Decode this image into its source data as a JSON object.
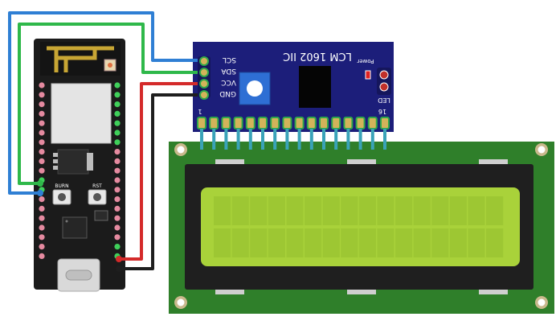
{
  "i2c_module": {
    "title": "LCM 1602 IIC",
    "pins": [
      "SCL",
      "SDA",
      "VCC",
      "GND"
    ],
    "power_label": "Power",
    "led_label": "LED",
    "pin_first": "1",
    "pin_last": "16"
  },
  "mcu_board": {
    "burn_label": "BURN",
    "rst_label": "RST"
  },
  "lcd": {
    "columns": 16,
    "rows": 2
  },
  "wires": [
    {
      "from": "mcu",
      "to": "SCL",
      "color": "#2f7fd4"
    },
    {
      "from": "mcu",
      "to": "SDA",
      "color": "#2fb84a"
    },
    {
      "from": "mcu",
      "to": "VCC",
      "color": "#d42a2a"
    },
    {
      "from": "mcu",
      "to": "GND",
      "color": "#1e1e1e"
    }
  ],
  "colors": {
    "module_blue": "#1c1e7a",
    "pcb_green": "#2f7f2a",
    "lcd_screen": "#a9d23a",
    "board_black": "#1b1b1b"
  }
}
